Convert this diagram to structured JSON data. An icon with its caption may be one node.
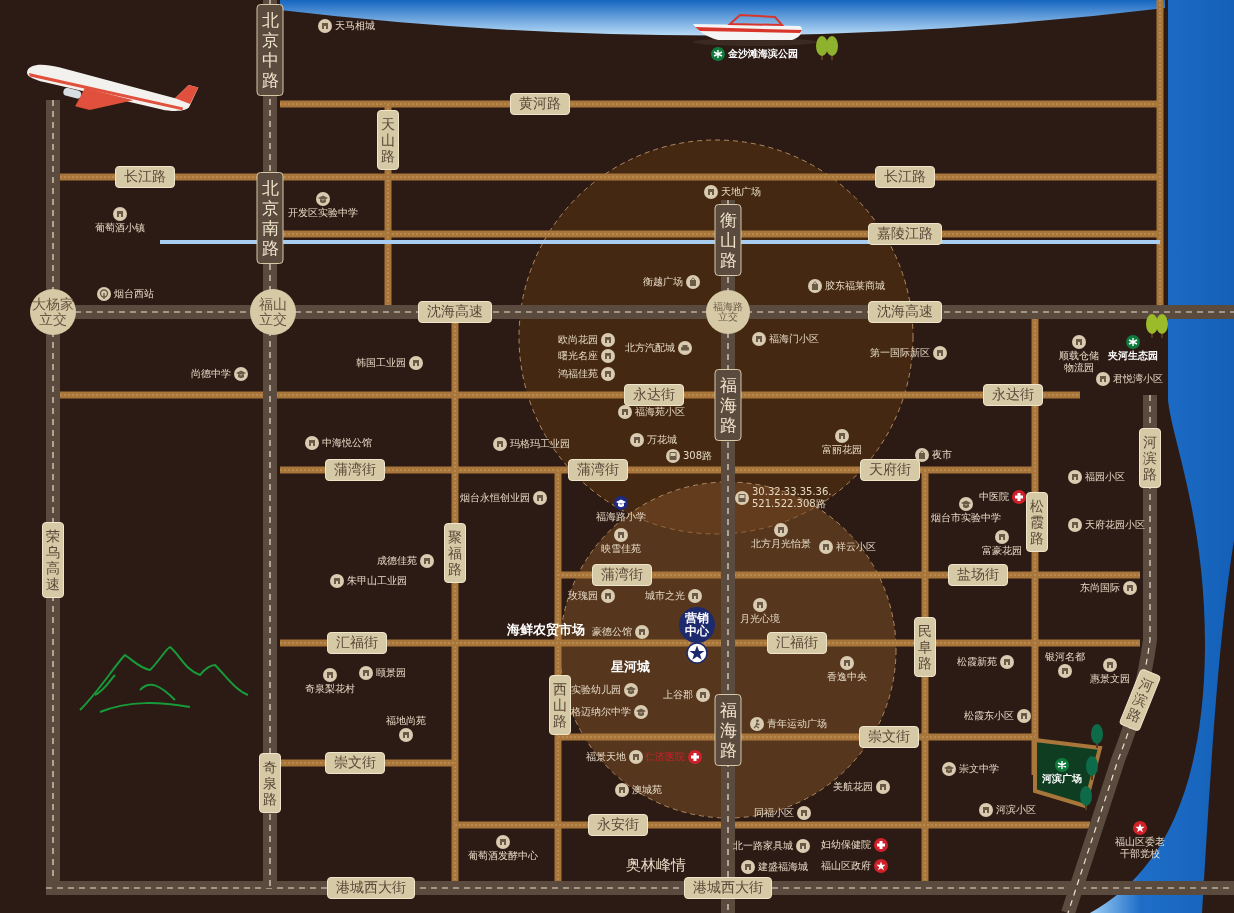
{
  "diagram": {
    "labels": [
      "北京中路",
      "天马相城",
      "金沙滩海滨公园",
      "黄河路",
      "天山路",
      "长江路",
      "长江路",
      "天地广场",
      "葡萄酒小镇",
      "北京南路",
      "开发区实验中学",
      "衡山路",
      "嘉陵江路",
      "烟台西站",
      "衡越广场",
      "胶东福莱商城",
      "大杨家立交",
      "福山立交",
      "沈海高速",
      "福海路立交",
      "沈海高速",
      "欧尚花园",
      "北方汽配城",
      "福海门小区",
      "韩国工业园",
      "曙光名座",
      "第一国际新区",
      "顺载仓储物流园",
      "夹河生态园",
      "尚德中学",
      "鸿福佳苑",
      "君悦湾小区",
      "永达街",
      "福海路",
      "永达街",
      "福海苑小区",
      "中海悦公馆",
      "玛格玛工业园",
      "万花城",
      "富丽花园",
      "308路",
      "夜市",
      "河滨路",
      "蒲湾街",
      "蒲湾街",
      "天府街",
      "福园小区",
      "烟台永恒创业园",
      "30.32.33.35.36. 521.522.308路",
      "中医院",
      "福海路小学",
      "烟台市实验中学",
      "松霞路",
      "天府花园小区",
      "荣乌高速",
      "聚福路",
      "映雪佳苑",
      "北方月光怡景",
      "祥云小区",
      "富豪花园",
      "成德佳苑",
      "朱甲山工业园",
      "蒲湾街",
      "盐场街",
      "东尚国际",
      "玫瑰园",
      "城市之光",
      "海鲜农贸市场",
      "豪德公馆",
      "营销中心",
      "月光心境",
      "汇福街",
      "汇福街",
      "民阜路",
      "颐景园",
      "星河城",
      "香逸中央",
      "松霞新苑",
      "银河名都",
      "惠景文园",
      "奇泉梨花村",
      "西山路",
      "实验幼儿园",
      "上谷郡",
      "河滨路",
      "福地尚苑",
      "格迈纳尔中学",
      "福海路",
      "青年运动广场",
      "松霞东小区",
      "崇文街",
      "崇文街",
      "福景天地",
      "仁济医院",
      "奇泉路",
      "澳城苑",
      "美航花园",
      "崇文中学",
      "河滨广场",
      "同福小区",
      "河滨小区",
      "永安街",
      "葡萄酒发酵中心",
      "北一路家具城",
      "妇幼保健院",
      "福山区委老干部党校",
      "奥林峰情",
      "建盛福海城",
      "福山区政府",
      "港城西大街",
      "港城西大街"
    ]
  }
}
